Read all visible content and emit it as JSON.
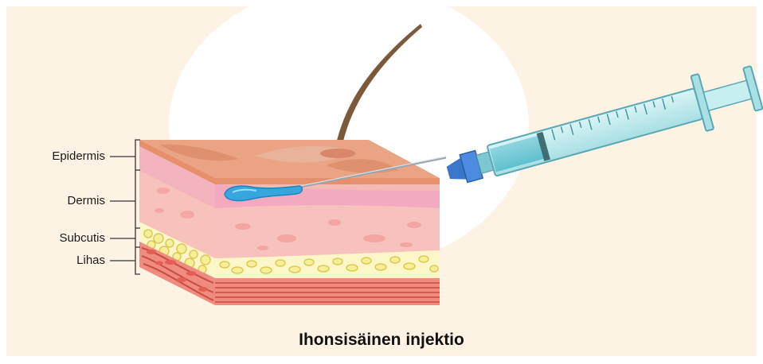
{
  "labels": {
    "epidermis": "Epidermis",
    "dermis": "Dermis",
    "subcutis": "Subcutis",
    "muscle": "Lihas"
  },
  "caption": "Ihonsisäinen injektio",
  "colors": {
    "background": "#fdf3e4",
    "epidermis": "#e9a27e",
    "dermis": "#f4b4b0",
    "fat": "#f6ee9a",
    "muscle": "#e1685c",
    "injection_bleb": "#35a7de",
    "syringe_barrel": "#bfe9ec",
    "needle_hub": "#3a76c9"
  },
  "icons": {
    "skin_block": "skin-cross-section-illustration",
    "syringe": "syringe-icon",
    "hair": "hair-strand",
    "bleb": "intradermal-bleb"
  }
}
